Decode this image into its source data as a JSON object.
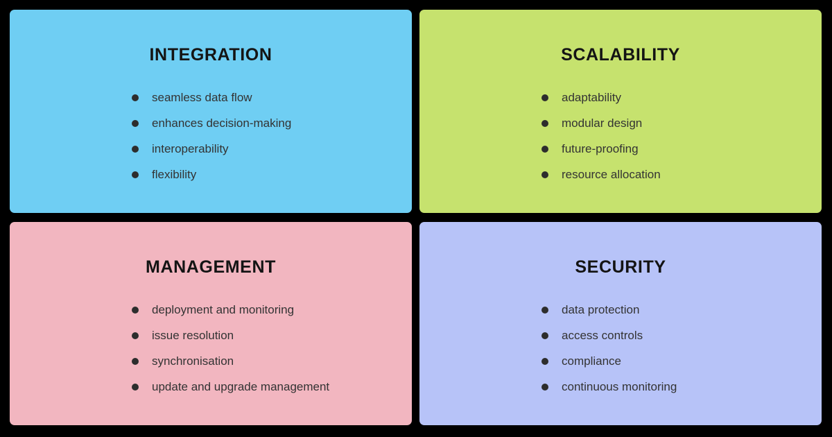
{
  "canvas": {
    "background_color": "#000000",
    "title_text_color": "#141414",
    "body_text_color": "#333333",
    "bullet_dot_color": "#2d2d2d"
  },
  "quadrants": [
    {
      "id": "integration",
      "title": "INTEGRATION",
      "color": "#6FCEF3",
      "items": [
        "seamless data flow",
        "enhances decision-making",
        "interoperability",
        "flexibility"
      ]
    },
    {
      "id": "scalability",
      "title": "SCALABILITY",
      "color": "#C6E26E",
      "items": [
        "adaptability",
        "modular design",
        "future-proofing",
        "resource allocation"
      ]
    },
    {
      "id": "management",
      "title": "MANAGEMENT",
      "color": "#F2B6C0",
      "items": [
        "deployment and monitoring",
        "issue resolution",
        "synchronisation",
        "update and upgrade management"
      ]
    },
    {
      "id": "security",
      "title": "SECURITY",
      "color": "#B7C3F8",
      "items": [
        "data protection",
        "access controls",
        "compliance",
        "continuous monitoring"
      ]
    }
  ]
}
